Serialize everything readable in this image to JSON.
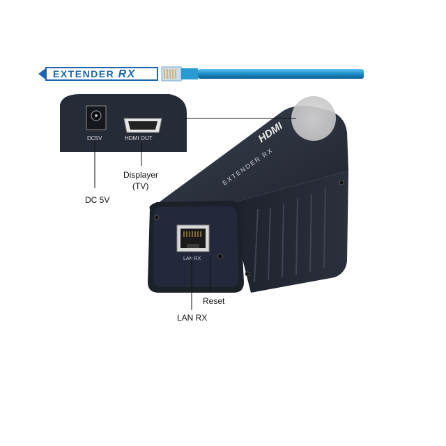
{
  "banner": {
    "text_main": "EXTENDER ",
    "text_accent": "RX"
  },
  "inset_panel": {
    "dc_label": "DC5V",
    "hdmi_label": "HDMI OUT"
  },
  "device": {
    "brand": "HDMI",
    "model": "EXTENDER RX",
    "port_label": "LAN RX"
  },
  "callouts": {
    "displayer": "Displayer",
    "displayer_sub": "(TV)",
    "dc": "DC 5V",
    "reset": "Reset",
    "lan": "LAN RX"
  },
  "colors": {
    "cable_blue": "#1b8ec9",
    "banner_blue": "#1a66b0",
    "device_body": "#262b38",
    "device_face": "#1c2029"
  }
}
